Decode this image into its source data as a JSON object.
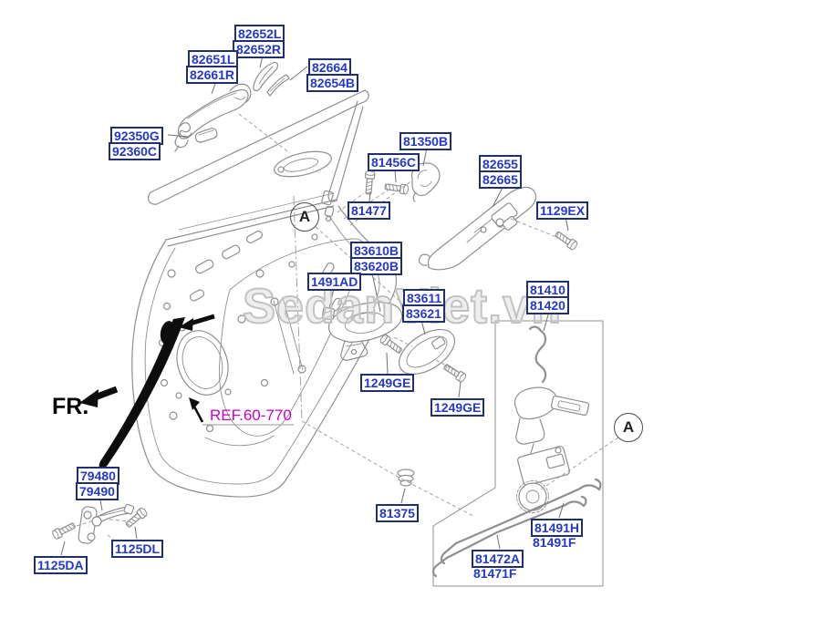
{
  "diagram": {
    "title_context": "rear door locking mechanism exploded diagram",
    "fr_label": "FR.",
    "ref_label": "REF.60-770",
    "detail_marker": "A",
    "watermark": "SedanViet.vn",
    "colors": {
      "part_label_text": "#2538cc",
      "part_label_border": "#20306f",
      "ref_label_text": "#cc00cc",
      "line_art": "#8f8f8f",
      "background": "#ffffff"
    },
    "parts": {
      "82652L": "82652L",
      "82652R": "82652R",
      "82651L": "82651L",
      "82661R": "82661R",
      "82664": "82664",
      "82654B": "82654B",
      "92350G": "92350G",
      "92360C": "92360C",
      "81350B": "81350B",
      "81456C": "81456C",
      "81477": "81477",
      "82655": "82655",
      "82665": "82665",
      "1129EX": "1129EX",
      "83610B": "83610B",
      "83620B": "83620B",
      "1491AD": "1491AD",
      "83611": "83611",
      "83621": "83621",
      "81410": "81410",
      "81420": "81420",
      "1249GE_a": "1249GE",
      "1249GE_b": "1249GE",
      "79480": "79480",
      "79490": "79490",
      "1125DL": "1125DL",
      "1125DA": "1125DA",
      "81375": "81375",
      "81491H": "81491H",
      "81491F": "81491F",
      "81472A": "81472A",
      "81471F": "81471F"
    }
  }
}
